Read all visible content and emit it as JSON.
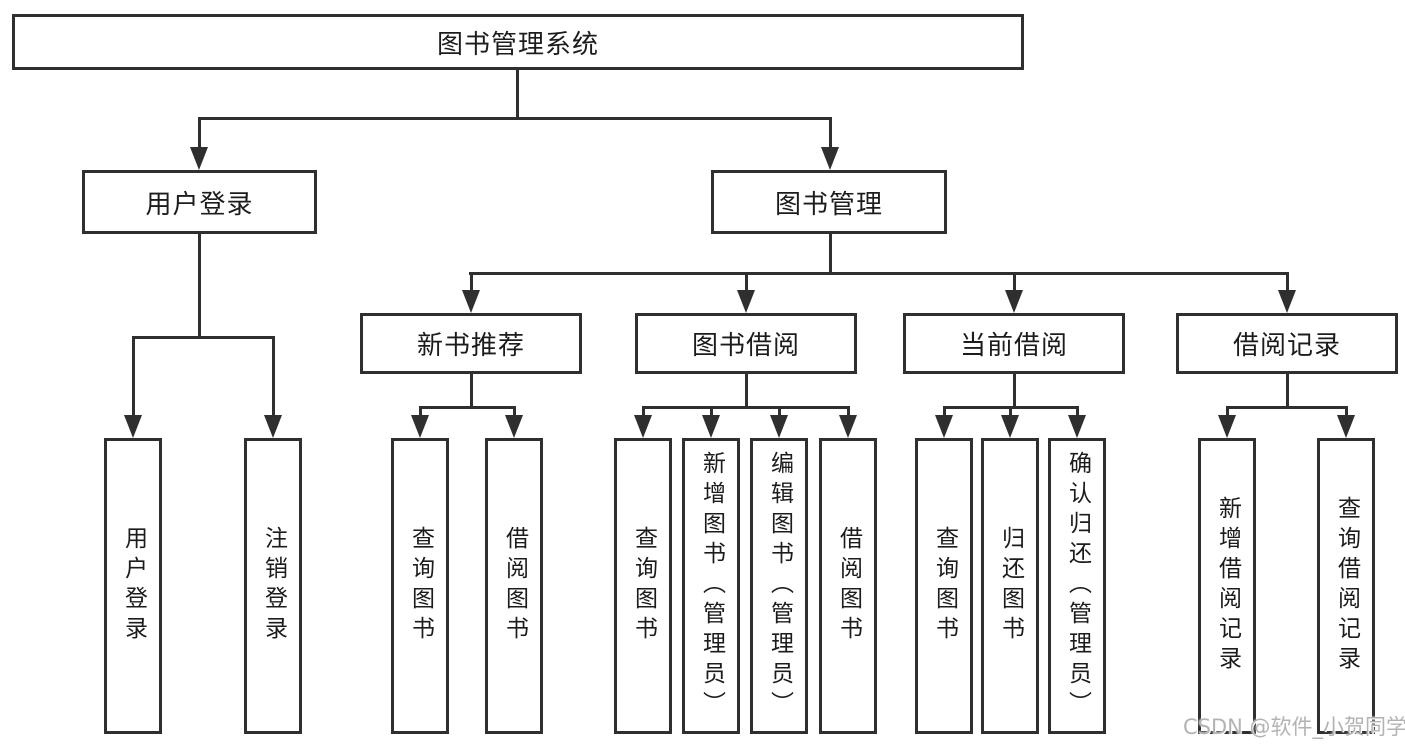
{
  "root": {
    "label": "图书管理系统"
  },
  "branches": {
    "user_login": {
      "label": "用户登录",
      "children": [
        "用户登录",
        "注销登录"
      ]
    },
    "book_mgmt": {
      "label": "图书管理",
      "children": [
        {
          "label": "新书推荐",
          "children": [
            "查询图书",
            "借阅图书"
          ]
        },
        {
          "label": "图书借阅",
          "children": [
            "查询图书",
            "新增图书（管理员）",
            "编辑图书（管理员）",
            "借阅图书"
          ]
        },
        {
          "label": "当前借阅",
          "children": [
            "查询图书",
            "归还图书",
            "确认归还（管理员）"
          ]
        },
        {
          "label": "借阅记录",
          "children": [
            "新增借阅记录",
            "查询借阅记录"
          ]
        }
      ]
    }
  },
  "watermark": "CSDN @软件_小贺同学",
  "colors": {
    "line": "#2f2f2f",
    "text": "#1c1c1c",
    "watermark": "#b3b3b3",
    "background": "#ffffff"
  }
}
